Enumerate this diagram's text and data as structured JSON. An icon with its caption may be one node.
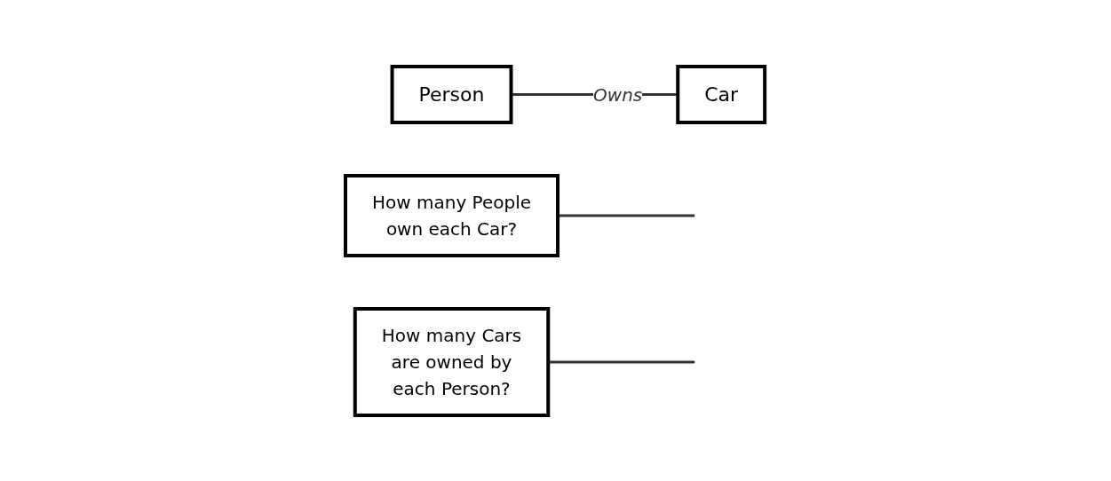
{
  "diagram": {
    "nodes": [
      {
        "text": [
          "Person"
        ]
      },
      {
        "text": [
          "Car"
        ]
      },
      {
        "text": [
          "How many People own each Car?"
        ]
      },
      {
        "text": [
          "How many Cars are owned by each Person?"
        ]
      }
    ],
    "edges": [
      {
        "from": 0,
        "to": 1,
        "arrow": "none",
        "label": "Owns"
      },
      {
        "from": 2,
        "to": null,
        "arrow": "none"
      },
      {
        "from": 3,
        "to": null,
        "arrow": "none"
      }
    ]
  }
}
